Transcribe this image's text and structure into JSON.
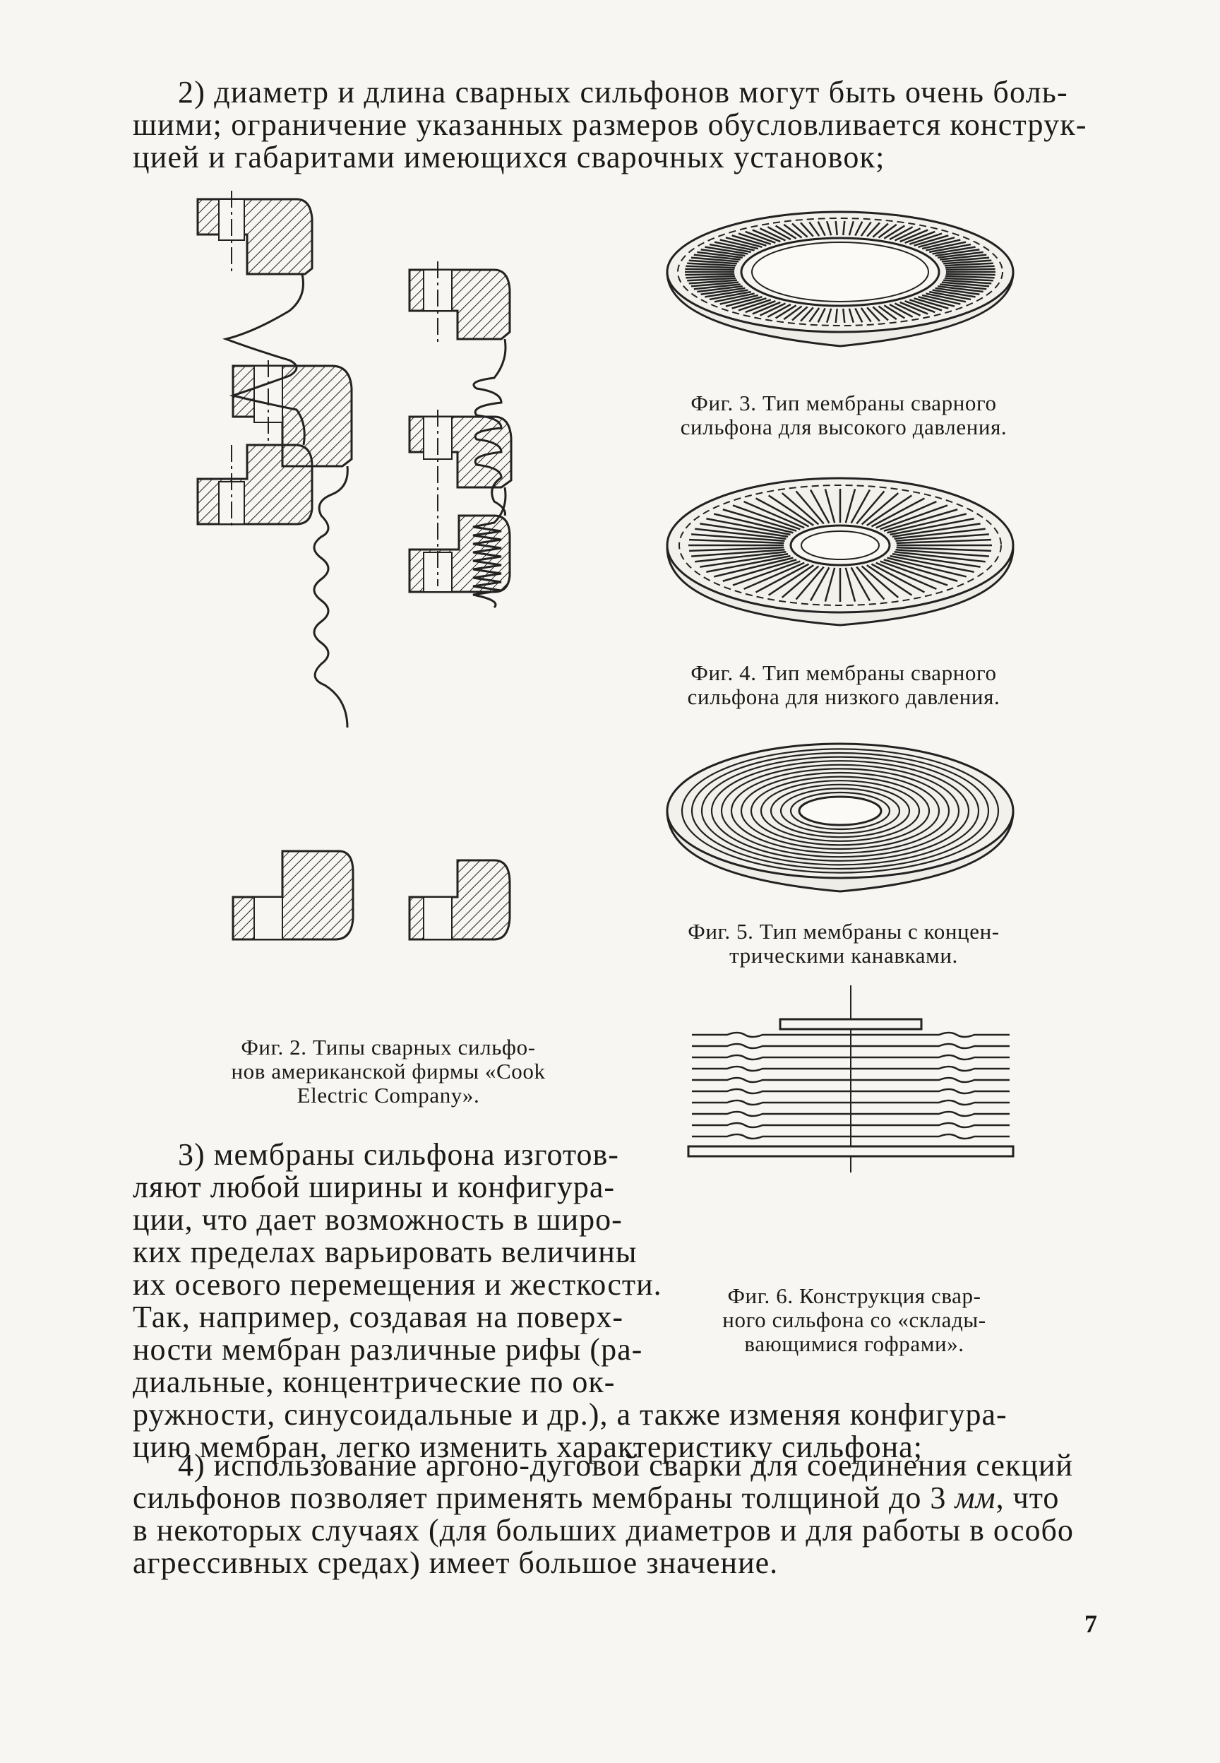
{
  "paragraph_2": {
    "lines": [
      "2) диаметр и длина сварных сильфонов могут быть очень боль-",
      "шими; ограничение указанных размеров обусловливается конструк-",
      "цией и габаритами имеющихся сварочных установок;"
    ]
  },
  "figures": {
    "fig2": {
      "caption": [
        "Фиг. 2. Типы сварных сильфо-",
        "нов американской фирмы «Cook",
        "Electric Company»."
      ]
    },
    "fig3": {
      "caption": [
        "Фиг. 3. Тип мембраны сварного",
        "сильфона для высокого давления."
      ]
    },
    "fig4": {
      "caption": [
        "Фиг. 4. Тип мембраны сварного",
        "сильфона для низкого давления."
      ]
    },
    "fig5": {
      "caption": [
        "Фиг. 5. Тип мембраны с концен-",
        "трическими канавками."
      ]
    },
    "fig6": {
      "caption": [
        "Фиг. 6. Конструкция свар-",
        "ного сильфона со «склады-",
        "вающимися гофрами»."
      ]
    }
  },
  "paragraph_3": {
    "lines": [
      "3) мембраны сильфона изготов-",
      "ляют любой ширины и конфигура-",
      "ции, что дает возможность в широ-",
      "ких пределах варьировать величины",
      "их осевого перемещения и жесткости.",
      "Так, например, создавая на поверх-",
      "ности мембран различные рифы (ра-",
      "диальные, концентрические по ок-",
      "ружности, синусоидальные и др.), а также изменяя конфигура-",
      "цию мембран, легко изменить характеристику сильфона;"
    ]
  },
  "paragraph_4": {
    "line1": "4) использование аргоно-дуговой сварки для соединения секций",
    "line2_before": "сильфонов позволяет применять мембраны толщиной до 3 ",
    "line2_unit": "мм",
    "line2_after": ", что",
    "line3": "в некоторых случаях (для больших диаметров и для работы в особо",
    "line4": "агрессивных средах) имеет большое значение."
  },
  "page_number": "7"
}
